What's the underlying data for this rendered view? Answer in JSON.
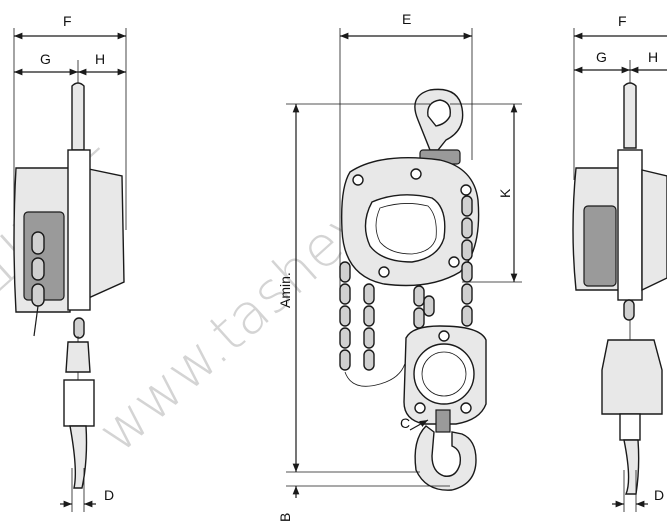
{
  "labels": {
    "E": "E",
    "F": "F",
    "G": "G",
    "H": "H",
    "K": "K",
    "D": "D",
    "C": "C",
    "B": "B",
    "Amin": "Amin."
  },
  "watermark": {
    "line1": "ШЕВ-Г",
    "line2": "www.tashev"
  },
  "colors": {
    "stroke": "#1a1a1a",
    "body_fill": "#e8e8e8",
    "watermark": "#d4d4d4"
  }
}
